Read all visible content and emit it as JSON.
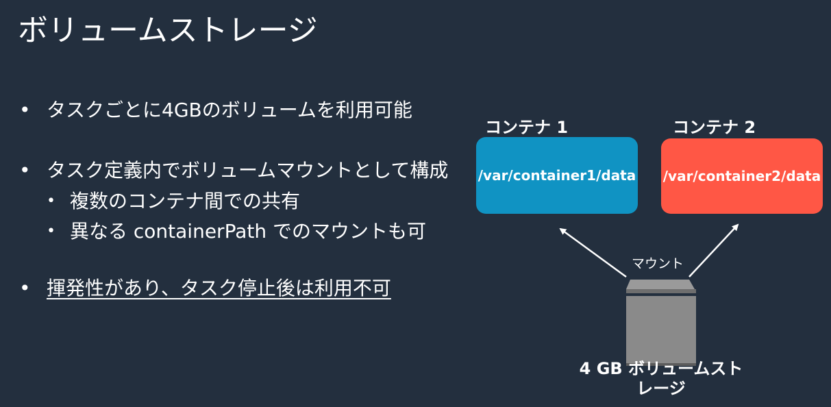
{
  "slide": {
    "title": "ボリュームストレージ",
    "bullets": [
      {
        "marker": "•",
        "text": "タスクごとに4GBのボリュームを利用可能"
      },
      {
        "marker": "•",
        "text": "タスク定義内でボリュームマウントとして構成",
        "sub": [
          {
            "marker": "•",
            "text": "複数のコンテナ間での共有"
          },
          {
            "marker": "•",
            "text": "異なる containerPath でのマウントも可"
          }
        ]
      },
      {
        "marker": "•",
        "text": "揮発性があり、タスク停止後は利用不可"
      }
    ]
  },
  "diagram": {
    "container1": {
      "label": "コンテナ 1",
      "path": "/var/container1/data",
      "color": "#1093c3"
    },
    "container2": {
      "label": "コンテナ 2",
      "path": "/var/container2/data",
      "color": "#ff5745"
    },
    "mount_label": "マウント",
    "storage": {
      "label_line1": "4 GB ボリュームスト",
      "label_line2": "レージ",
      "color": "#8a8a8a"
    }
  },
  "colors": {
    "background": "#232f3e",
    "text": "#ffffff"
  }
}
